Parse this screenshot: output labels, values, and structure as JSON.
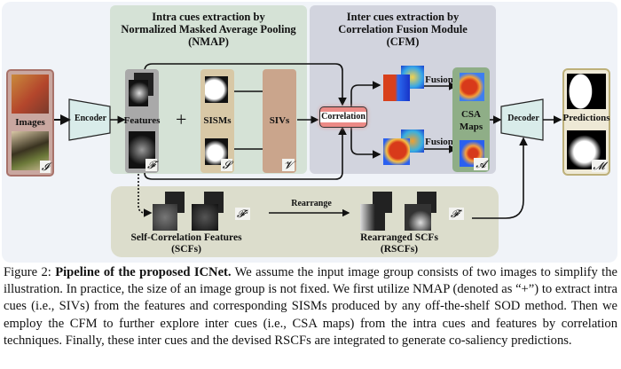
{
  "figure": {
    "nmap_title": [
      "Intra cues extraction by",
      "Normalized Masked Average Pooling",
      "(NMAP)"
    ],
    "cfm_title": [
      "Inter cues extraction by",
      "Correlation Fusion Module",
      "(CFM)"
    ],
    "images_label": "Images",
    "images_symbol": "𝓘",
    "encoder_label": "Encoder",
    "features_label": "Features",
    "features_symbol": "𝓕",
    "plus_symbol": "+",
    "sisms_label": "SISMs",
    "sisms_symbol": "𝓢",
    "sivs_label": "SIVs",
    "sivs_symbol": "𝓥",
    "correlation_label": "Correlation",
    "fusion_label_top": "Fusion",
    "fusion_label_bottom": "Fusion",
    "csa_label": [
      "CSA",
      "Maps"
    ],
    "csa_symbol": "𝓐",
    "decoder_label": "Decoder",
    "predictions_label": "Predictions",
    "predictions_symbol": "𝓜",
    "scf_symbol": "𝓕ˢ",
    "rearrange_label": "Rearrange",
    "rscf_symbol": "𝓕ʳ",
    "scf_label": [
      "Self-Correlation Features",
      "(SCFs)"
    ],
    "rscf_label": [
      "Rearranged SCFs",
      "(RSCFs)"
    ],
    "colors": {
      "nmap_panel": "#d5e2d6",
      "cfm_panel": "#d2d4de",
      "scf_panel": "#dcddcc",
      "correlation": "#ec8a86",
      "csa": "#8fae87"
    }
  },
  "caption": {
    "prefix": "Figure 2: ",
    "bold": "Pipeline of the proposed ICNet.",
    "text": " We assume the input image group consists of two images to simplify the illustration.  In practice, the size of an image group is not fixed.  We first utilize NMAP (denoted as “+”) to extract intra cues (i.e., SIVs) from the features and corresponding SISMs produced by any off-the-shelf SOD method. Then we employ the CFM to further explore inter cues (i.e., CSA maps) from the intra cues and features by correlation techniques. Finally, these inter cues and the devised RSCFs are integrated to generate co-saliency predictions."
  }
}
